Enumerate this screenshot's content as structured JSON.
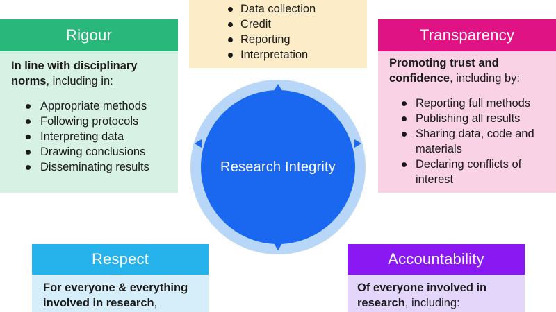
{
  "top_card": {
    "items": [
      "Data collection",
      "Credit",
      "Reporting",
      "Interpretation"
    ]
  },
  "rigour": {
    "title": "Rigour",
    "lead_bold": "In line with disciplinary norms",
    "lead_rest": ", including in:",
    "items": [
      "Appropriate methods",
      "Following protocols",
      "Interpreting data",
      "Drawing conclusions",
      "Disseminating results"
    ]
  },
  "transparency": {
    "title": "Transparency",
    "lead_bold": "Promoting trust and confidence",
    "lead_rest": ", including by:",
    "items": [
      "Reporting full methods",
      "Publishing all results",
      "Sharing data, code and materials",
      "Declaring conflicts of interest"
    ]
  },
  "center": {
    "title": "Research Integrity"
  },
  "respect": {
    "title": "Respect",
    "lead_bold": "For everyone & everything involved in research",
    "lead_rest": ","
  },
  "accountability": {
    "title": "Accountability",
    "lead_bold": "Of everyone involved in research",
    "lead_rest": ", including:"
  },
  "colors": {
    "rigour": "#2ab77b",
    "transparency": "#e01384",
    "respect": "#26b2ea",
    "accountability": "#8a18f2",
    "center": "#1a67f0"
  }
}
